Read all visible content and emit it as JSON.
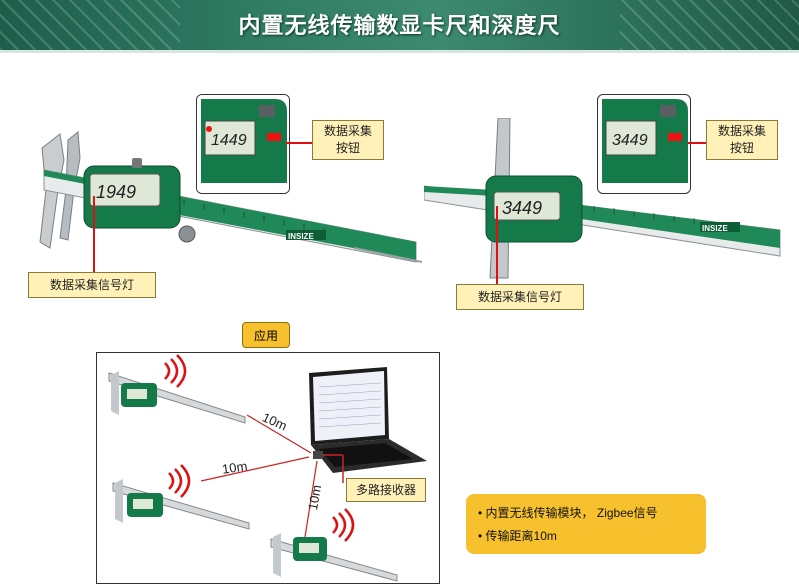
{
  "page": {
    "title": "内置无线传输数显卡尺和深度尺"
  },
  "left_device": {
    "display": "1949",
    "callout_button": "数据采集\n按钮",
    "callout_button_l1": "数据采集",
    "callout_button_l2": "按钮",
    "callout_led": "数据采集信号灯",
    "brand": "INSIZE"
  },
  "right_device": {
    "display": "3449",
    "callout_button_l1": "数据采集",
    "callout_button_l2": "按钮",
    "callout_led": "数据采集信号灯",
    "brand": "INSIZE"
  },
  "application": {
    "tab_label": "应用",
    "distance_1": "10m",
    "distance_2": "10m",
    "distance_3": "10m",
    "receiver_label": "多路接收器"
  },
  "notes": {
    "item1": "• 内置无线传输模块， Zigbee信号",
    "item2": "• 传输距离10m"
  },
  "colors": {
    "header": "#2f7a62",
    "callout": "#fff1b8",
    "note": "#f6c12d",
    "device_green": "#1f8a57",
    "accent_red": "#d11111"
  }
}
